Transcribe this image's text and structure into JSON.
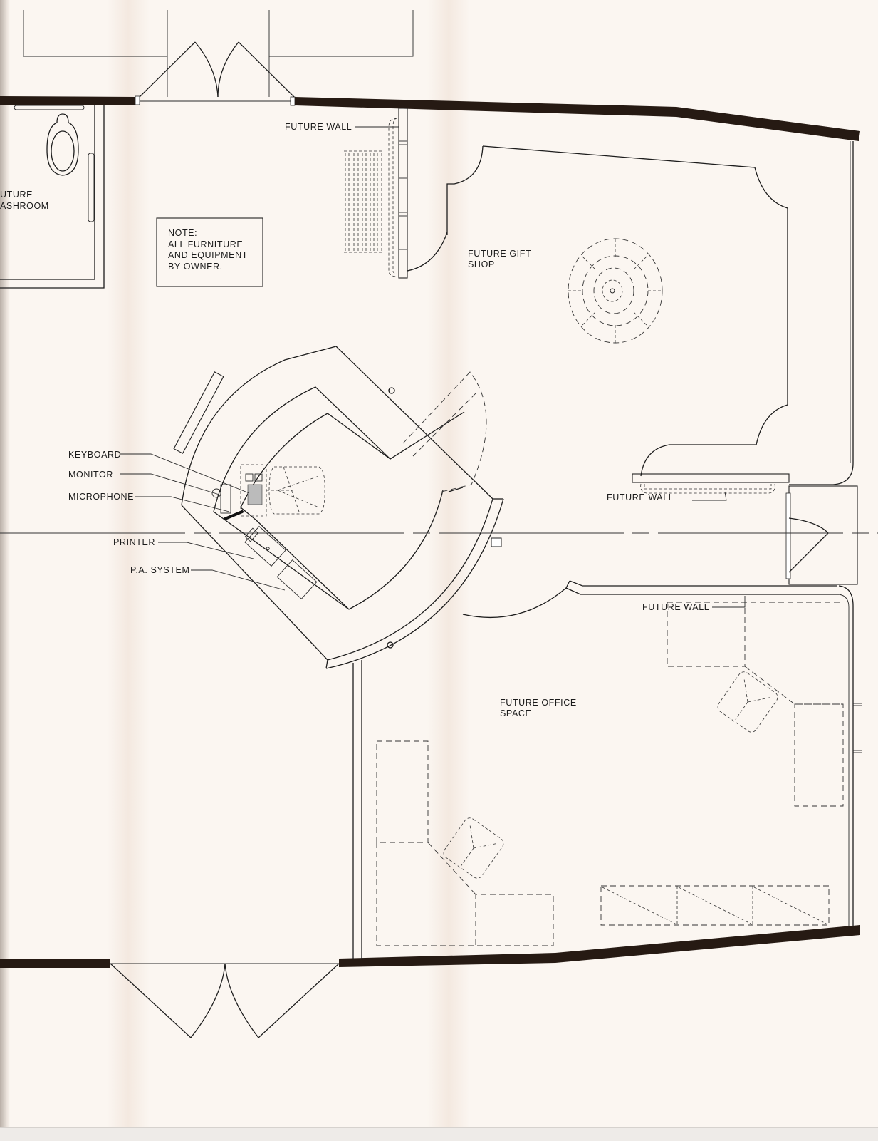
{
  "drawing": {
    "type": "architectural floor plan",
    "colors": {
      "paper": "#fbf6f1",
      "wall": "#261a13",
      "line": "#1d1d1d"
    }
  },
  "rooms": {
    "washroom": {
      "line1": "UTURE",
      "line2": "ASHROOM"
    },
    "gift_shop": {
      "line1": "FUTURE GIFT",
      "line2": "SHOP"
    },
    "office": {
      "line1": "FUTURE OFFICE",
      "line2": "SPACE"
    }
  },
  "note": {
    "line1": "NOTE:",
    "line2": "ALL FURNITURE",
    "line3": "AND EQUIPMENT",
    "line4": "BY OWNER."
  },
  "future_wall_labels": {
    "top": "FUTURE WALL",
    "middle": "FUTURE WALL",
    "lower": "FUTURE WALL"
  },
  "equipment_labels": {
    "keyboard": "KEYBOARD",
    "monitor": "MONITOR",
    "microphone": "MICROPHONE",
    "printer": "PRINTER",
    "pa_system": "P.A. SYSTEM"
  }
}
